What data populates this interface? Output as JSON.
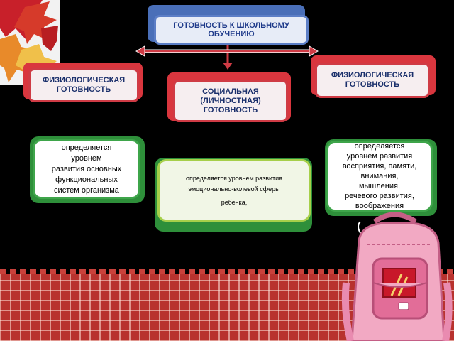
{
  "title": [
    "ГОТОВНОСТЬ К ШКОЛЬНОМУ",
    "ОБУЧЕНИЮ"
  ],
  "categories": [
    {
      "lines": [
        "ФИЗИОЛОГИЧЕСКАЯ",
        "ГОТОВНОСТЬ"
      ]
    },
    {
      "lines": [
        "СОЦИАЛЬНАЯ",
        "(ЛИЧНОСТНАЯ)",
        "ГОТОВНОСТЬ"
      ]
    },
    {
      "lines": [
        "ФИЗИОЛОГИЧЕСКАЯ",
        "ГОТОВНОСТЬ"
      ]
    }
  ],
  "descriptions": [
    {
      "lines": [
        "определяется",
        "уровнем",
        "развития  основных",
        "функциональных",
        "систем организма"
      ]
    },
    {
      "lines": [
        "определяется уровнем развития",
        "эмоционально-волевой сферы",
        "ребенка,"
      ]
    },
    {
      "lines": [
        "определяется",
        "уровнем развития",
        "восприятия, памяти,",
        "внимания,",
        "мышления,",
        "речевого развития,",
        "воображения"
      ]
    }
  ],
  "colors": {
    "title_border": "#5c7ec6",
    "category_border": "#cf3b45",
    "description_border": "#3ea54a",
    "arrow": "#cf3b45"
  }
}
